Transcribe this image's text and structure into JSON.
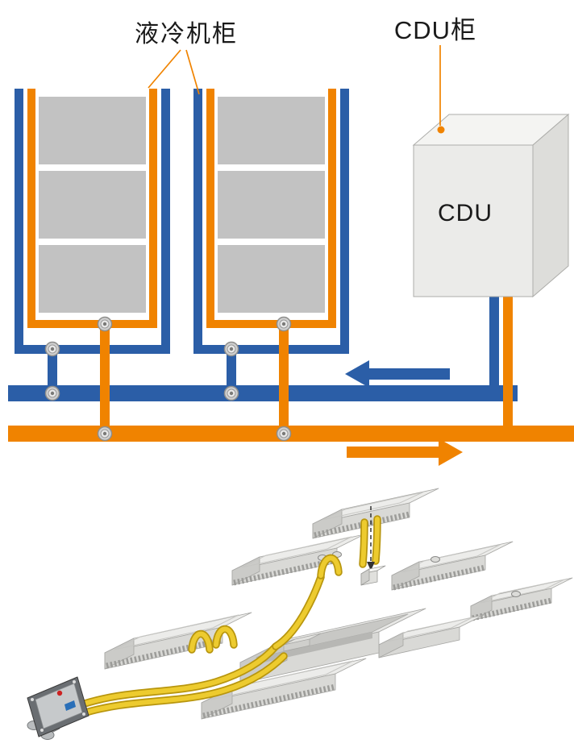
{
  "diagram": {
    "title_labels": {
      "liquid_cooling_cabinet": "液冷机柜",
      "cdu_cabinet": "CDU柜",
      "cdu_unit": "CDU"
    },
    "colors": {
      "pipe_blue": "#2B5EA7",
      "pipe_orange": "#F08300",
      "server_slot_gray": "#C2C2C2",
      "cdu_front": "#EBEBE9",
      "cdu_top": "#F4F4F2",
      "cdu_side": "#DDDDDA",
      "coolant_tube_yellow": "#EDCB2F",
      "connector_body": "#6A6E72"
    },
    "icons": {
      "flow_left": "blue-left-flow-arrow",
      "flow_right": "orange-right-flow-arrow",
      "coupling": "pipe-coupling-ring",
      "leader": "orange-callout-line"
    }
  }
}
